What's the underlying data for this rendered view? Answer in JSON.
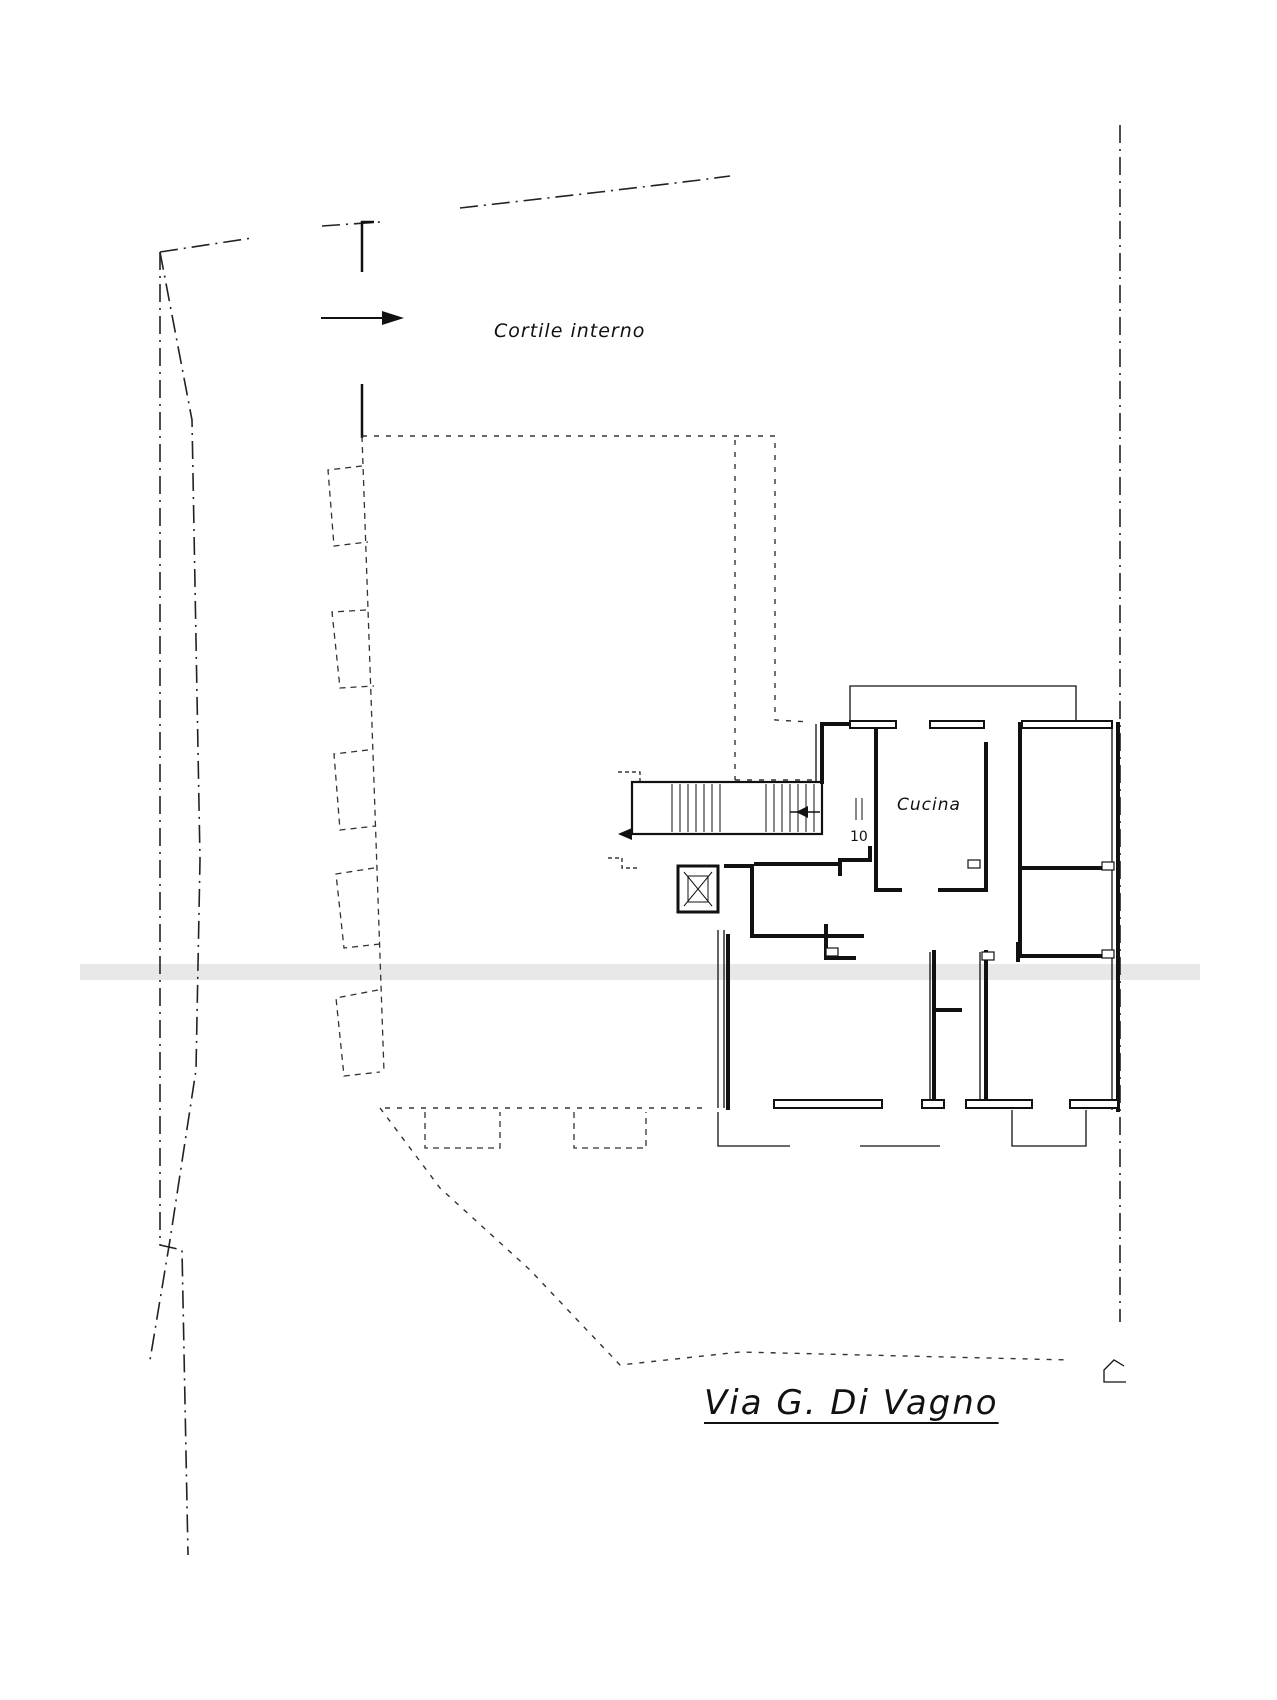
{
  "plan": {
    "courtyard_label": "Cortile interno",
    "kitchen_label": "Cucina",
    "street_label": "Via G. Di Vagno",
    "stair_step_number": "10",
    "colors": {
      "ink": "#111111",
      "paper": "#ffffff",
      "fold": "#d8d8d8"
    }
  }
}
